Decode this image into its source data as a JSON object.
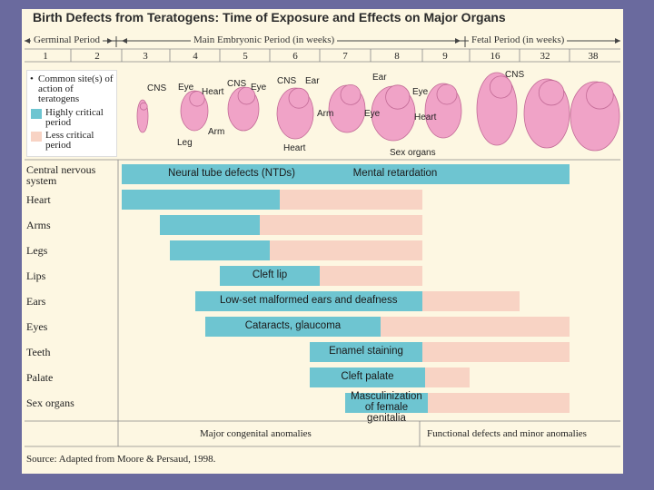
{
  "title": "Birth Defects from Teratogens: Time of Exposure and Effects on Major Organs",
  "periods": {
    "germinal": "Germinal Period",
    "embryonic": "Main Embryonic Period (in weeks)",
    "fetal": "Fetal Period (in weeks)"
  },
  "weeks": [
    "1",
    "2",
    "3",
    "4",
    "5",
    "6",
    "7",
    "8",
    "9",
    "16",
    "32",
    "38"
  ],
  "legend": {
    "common_site": "Common site(s) of action of teratogens",
    "highly_critical": "Highly critical period",
    "less_critical": "Less critical period"
  },
  "colors": {
    "highly_critical": "#6ec5d1",
    "less_critical": "#f8d3c4",
    "embryo": "#f0a3c7"
  },
  "embryo_labels": [
    "CNS",
    "Eye",
    "Heart",
    "Leg",
    "CNS",
    "Eye",
    "Arm",
    "CNS",
    "Ear",
    "Heart",
    "Arm",
    "Ear",
    "Eye",
    "Eye",
    "Heart",
    "Sex organs",
    "CNS"
  ],
  "organs": [
    {
      "label": "Central nervous system",
      "text": "Neural tube defects (NTDs)",
      "text2": "Mental retardation",
      "hc": [
        3,
        38
      ],
      "lc": [
        38,
        38
      ]
    },
    {
      "label": "Heart",
      "text": "",
      "hc": [
        3,
        6.2
      ],
      "lc": [
        6.2,
        9
      ]
    },
    {
      "label": "Arms",
      "text": "",
      "hc": [
        3.8,
        5.8
      ],
      "lc": [
        5.8,
        9
      ]
    },
    {
      "label": "Legs",
      "text": "",
      "hc": [
        4,
        6
      ],
      "lc": [
        6,
        9
      ]
    },
    {
      "label": "Lips",
      "text": "Cleft lip",
      "hc": [
        5,
        7
      ],
      "lc": [
        7,
        9
      ]
    },
    {
      "label": "Ears",
      "text": "Low-set malformed ears and deafness",
      "hc": [
        4.5,
        9
      ],
      "lc": [
        9,
        32
      ]
    },
    {
      "label": "Eyes",
      "text": "Cataracts, glaucoma",
      "hc": [
        4.7,
        8.2
      ],
      "lc": [
        8.2,
        38
      ]
    },
    {
      "label": "Teeth",
      "text": "Enamel staining",
      "hc": [
        6.8,
        9
      ],
      "lc": [
        9,
        38
      ]
    },
    {
      "label": "Palate",
      "text": "Cleft palate",
      "hc": [
        6.8,
        9.4
      ],
      "lc": [
        9.4,
        16
      ]
    },
    {
      "label": "Sex organs",
      "text": "Masculinization of female genitalia",
      "hc": [
        7.5,
        9.8
      ],
      "lc": [
        9.8,
        38
      ]
    }
  ],
  "footer": {
    "major": "Major congenital anomalies",
    "functional": "Functional defects and minor anomalies"
  },
  "source": "Source: Adapted from Moore & Persaud, 1998."
}
